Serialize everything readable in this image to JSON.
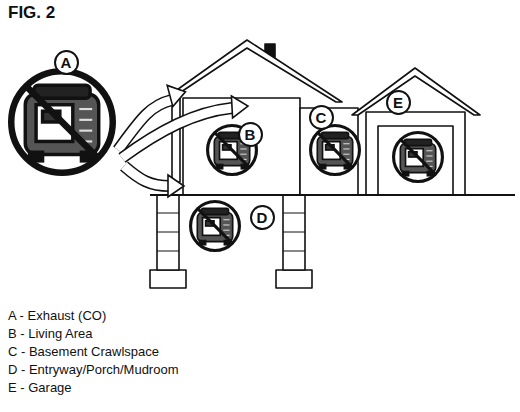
{
  "diagram": {
    "title": "FIG. 2",
    "nodes": [
      {
        "text": [
          "A"
        ]
      },
      {
        "text": [
          "B"
        ]
      },
      {
        "text": [
          "C"
        ]
      },
      {
        "text": [
          "D"
        ]
      },
      {
        "text": [
          "E"
        ]
      }
    ],
    "labels": [
      "A - Exhaust (CO)",
      "B - Living Area",
      "C - Basement Crawlspace",
      "D - Entryway/Porch/Mudroom",
      "E - Garage"
    ]
  }
}
